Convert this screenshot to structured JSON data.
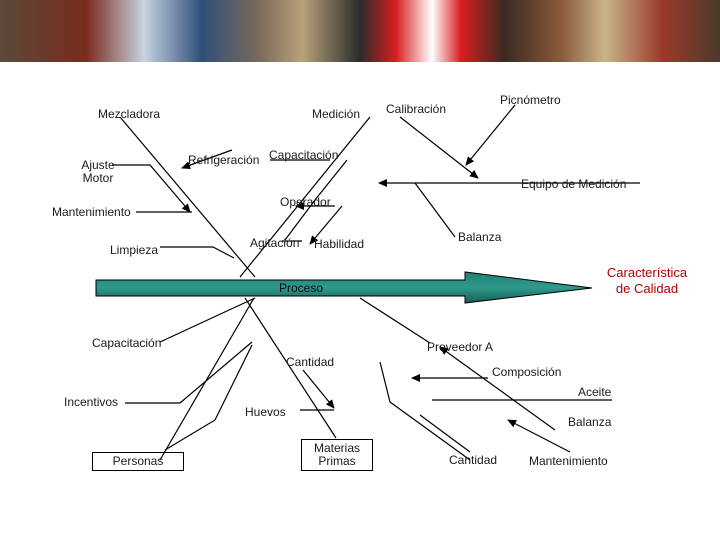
{
  "effect": {
    "line1": "Característica",
    "line2": "de Calidad"
  },
  "spine": {
    "label": "Proceso"
  },
  "upper": {
    "mezcladora": "Mezcladora",
    "ajuste_motor_1": "Ajuste",
    "ajuste_motor_2": "Motor",
    "mantenimiento": "Mantenimiento",
    "limpieza": "Limpieza",
    "medicion": "Medición",
    "refrigeracion": "Refrigeración",
    "capacitacion": "Capacitación",
    "operador": "Operador",
    "agitacion": "Agitación",
    "habilidad": "Habilidad",
    "calibracion": "Calibración",
    "picnometro": "Picnómetro",
    "equipo_medicion": "Equipo de Medición",
    "balanza": "Balanza"
  },
  "lower": {
    "capacitacion": "Capacitación",
    "incentivos": "Incentivos",
    "personas": "Personas",
    "cantidad": "Cantidad",
    "huevos": "Huevos",
    "materias_1": "Materias",
    "materias_2": "Primas",
    "proveedor": "Proveedor A",
    "composicion": "Composición",
    "aceite": "Aceite",
    "balanza": "Balanza",
    "cantidad_b": "Cantidad",
    "mantenimiento": "Mantenimiento"
  }
}
